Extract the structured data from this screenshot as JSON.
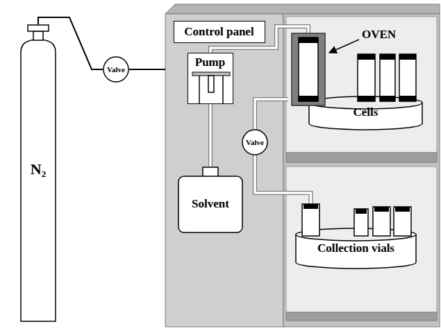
{
  "diagram": {
    "nodes": [
      {
        "text": [
          "N₂"
        ]
      },
      {
        "text": [
          "Valve"
        ]
      },
      {
        "text": [
          "Control panel"
        ]
      },
      {
        "text": [
          "Pump"
        ]
      },
      {
        "text": [
          "Solvent"
        ]
      },
      {
        "text": [
          "Cells"
        ]
      },
      {
        "text": [
          "Valve"
        ]
      },
      {
        "text": [
          "Collection vials"
        ]
      }
    ],
    "edges": [
      {
        "from": 0,
        "to": 1,
        "arrow": "none"
      },
      {
        "from": 4,
        "to": 3,
        "arrow": "none"
      },
      {
        "from": 3,
        "to": 5,
        "arrow": "none"
      },
      {
        "from": 5,
        "to": 6,
        "arrow": "none"
      },
      {
        "from": 6,
        "to": 7,
        "arrow": "none"
      }
    ],
    "labels": [
      "OVEN"
    ]
  }
}
